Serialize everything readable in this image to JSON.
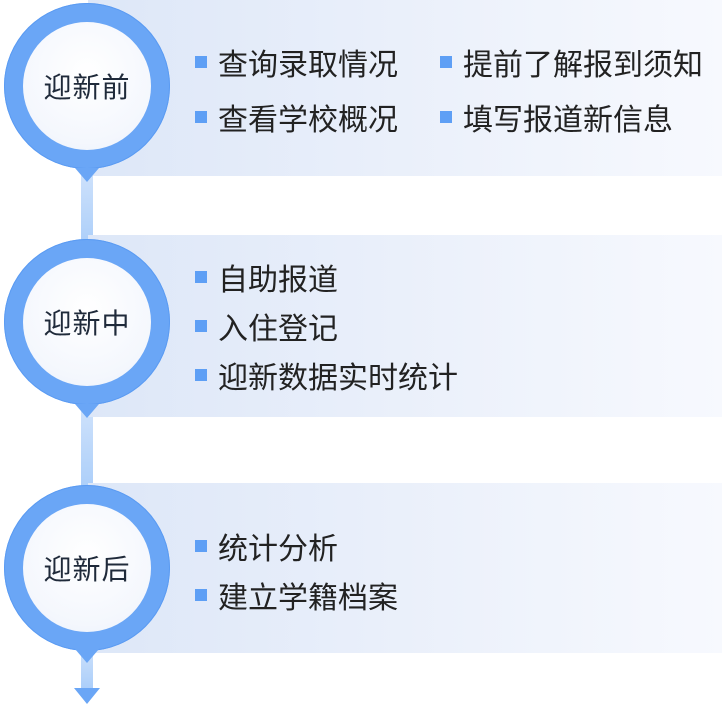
{
  "stages": [
    {
      "label": "迎新前",
      "items": [
        "查询录取情况",
        "提前了解报到须知",
        "查看学校概况",
        "填写报道新信息"
      ]
    },
    {
      "label": "迎新中",
      "items": [
        "自助报道",
        "入住登记",
        "迎新数据实时统计"
      ]
    },
    {
      "label": "迎新后",
      "items": [
        "统计分析",
        "建立学籍档案"
      ]
    }
  ],
  "colors": {
    "ring": "#6aa6f6",
    "bullet": "#5e9ff5",
    "text": "#222222"
  }
}
